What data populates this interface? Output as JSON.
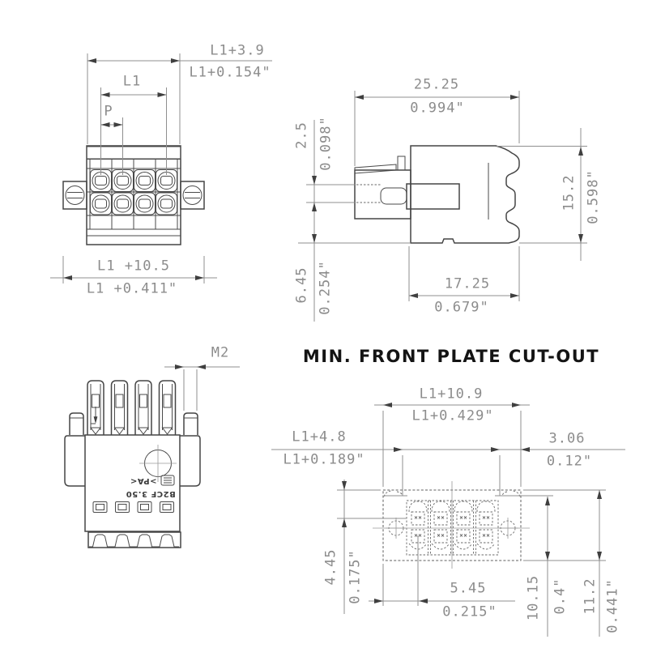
{
  "colors": {
    "part_line": "#454545",
    "dim_line": "#8f8f8f",
    "dim_text": "#8c8c8c",
    "heading_text": "#141414"
  },
  "front_view": {
    "dim_top_mm": "L1+3.9",
    "dim_top_inch": "L1+0.154\"",
    "dim_l1": "L1",
    "dim_pitch": "P",
    "dim_bottom_mm": "L1 +10.5",
    "dim_bottom_inch": "L1 +0.411\""
  },
  "side_view": {
    "dim_width_mm": "25.25",
    "dim_width_inch": "0.994\"",
    "dim_offset_mm": "2.5",
    "dim_offset_inch": "0.098\"",
    "dim_height_mm": "15.2",
    "dim_height_inch": "0.598\"",
    "dim_depth_mm": "17.25",
    "dim_depth_inch": "0.679\"",
    "dim_lower_mm": "6.45",
    "dim_lower_inch": "0.254\""
  },
  "top_view": {
    "dim_thread": "M2",
    "marking_type": "B2CF 3.50",
    "marking_material": ">PA<"
  },
  "cutout_view": {
    "heading": "MIN. FRONT PLATE CUT-OUT",
    "dim_outer_width_mm": "L1+10.9",
    "dim_outer_width_inch": "L1+0.429\"",
    "dim_inner_width_mm": "L1+4.8",
    "dim_inner_width_inch": "L1+0.189\"",
    "dim_notch_mm": "3.06",
    "dim_notch_inch": "0.12\"",
    "dim_top_offset_mm": "4.45",
    "dim_top_offset_inch": "0.175\"",
    "dim_pole_offset_mm": "5.45",
    "dim_pole_offset_inch": "0.215\"",
    "dim_inner_height_mm": "10.15",
    "dim_inner_height_inch": "0.4\"",
    "dim_outer_height_mm": "11.2",
    "dim_outer_height_inch": "0.441\""
  }
}
